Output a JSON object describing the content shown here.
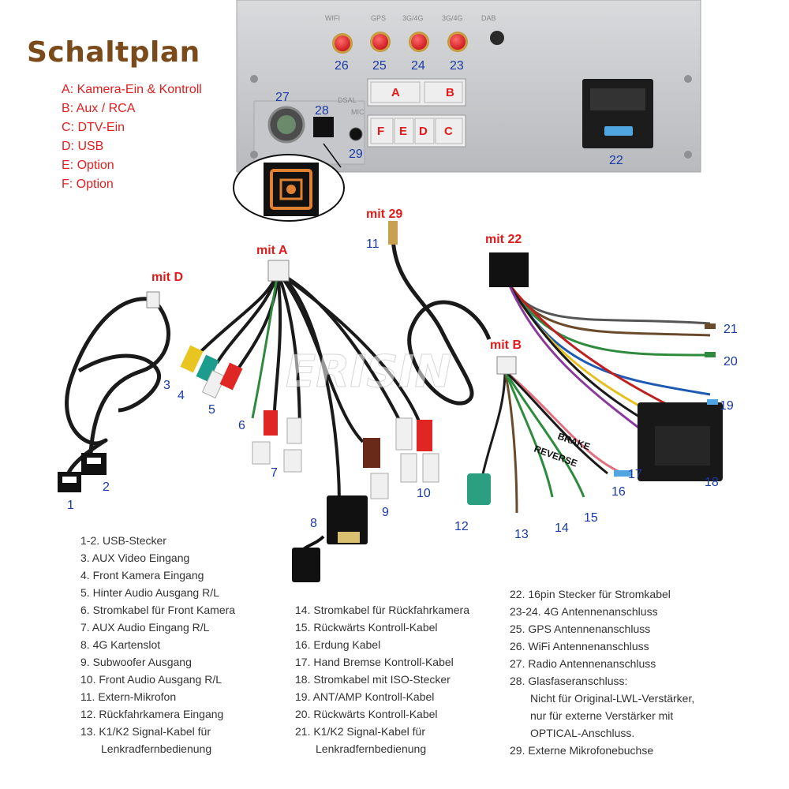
{
  "title": "Schaltplan",
  "connector_legend": [
    "A: Kamera-Ein & Kontroll",
    "B: Aux / RCA",
    "C: DTV-Ein",
    "D: USB",
    "E: Option",
    "F: Option"
  ],
  "panel": {
    "antenna_labels": [
      "26",
      "25",
      "24",
      "23",
      "27",
      "28",
      "29",
      "22"
    ],
    "port_labels": [
      "WIFI",
      "GPS",
      "3G/4G",
      "3G/4G",
      "DAB"
    ],
    "socket_labels": [
      "A",
      "B",
      "F",
      "E",
      "D",
      "C"
    ],
    "side_labels": [
      "DSAL",
      "MIC"
    ]
  },
  "watermark": "ERISIN",
  "cable_groups": {
    "mit_d": "mit D",
    "mit_a": "mit A",
    "mit_29": "mit 29",
    "mit_22": "mit 22",
    "mit_b": "mit B"
  },
  "cable_numbers": [
    "1",
    "2",
    "3",
    "4",
    "5",
    "6",
    "7",
    "8",
    "9",
    "10",
    "11",
    "12",
    "13",
    "14",
    "15",
    "16",
    "17",
    "18",
    "19",
    "20",
    "21"
  ],
  "wire_tags": [
    "BRAKE",
    "REVERSE"
  ],
  "descriptions": {
    "col1": [
      "1-2. USB-Stecker",
      "3. AUX Video Eingang",
      "4. Front Kamera Eingang",
      "5. Hinter Audio Ausgang R/L",
      "6. Stromkabel für Front Kamera",
      "7. AUX Audio Eingang R/L",
      "8. 4G Kartenslot",
      "9. Subwoofer Ausgang",
      "10. Front Audio Ausgang R/L",
      "11. Extern-Mikrofon",
      "12. Rückfahrkamera Eingang",
      "13. K1/K2 Signal-Kabel für",
      "Lenkradfernbedienung"
    ],
    "col2": [
      "14. Stromkabel für Rückfahrkamera",
      "15. Rückwärts Kontroll-Kabel",
      "16. Erdung Kabel",
      "17. Hand Bremse Kontroll-Kabel",
      "18. Stromkabel mit ISO-Stecker",
      "19. ANT/AMP Kontroll-Kabel",
      "20. Rückwärts Kontroll-Kabel",
      "21. K1/K2 Signal-Kabel für",
      "Lenkradfernbedienung"
    ],
    "col3": [
      "22. 16pin Stecker für Stromkabel",
      "23-24. 4G Antennenanschluss",
      "25. GPS Antennenanschluss",
      "26. WiFi Antennenanschluss",
      "27. Radio Antennenanschluss",
      "28. Glasfaseranschluss:",
      "Nicht für Original-LWL-Verstärker,",
      "nur für externe Verstärker mit",
      "OPTICAL-Anschluss.",
      "29. Externe Mikrofonebuchse"
    ]
  },
  "colors": {
    "title": "#7a4a1a",
    "legend_red": "#e02020",
    "number_blue": "#1a3aa8",
    "panel_silver": "#c9cbce",
    "antenna_red": "#e8272c"
  }
}
